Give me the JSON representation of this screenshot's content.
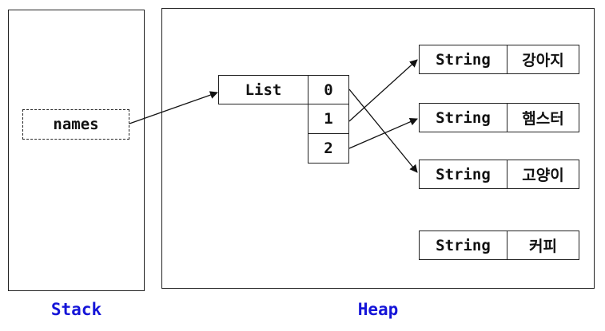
{
  "stack": {
    "label": "Stack",
    "variable": "names"
  },
  "heap": {
    "label": "Heap",
    "list": {
      "type": "List",
      "indices": [
        "0",
        "1",
        "2"
      ]
    },
    "strings": [
      {
        "type": "String",
        "value": "강아지"
      },
      {
        "type": "String",
        "value": "햄스터"
      },
      {
        "type": "String",
        "value": "고양이"
      },
      {
        "type": "String",
        "value": "커피"
      }
    ]
  },
  "colors": {
    "label": "#1515d8",
    "stroke": "#222222"
  }
}
